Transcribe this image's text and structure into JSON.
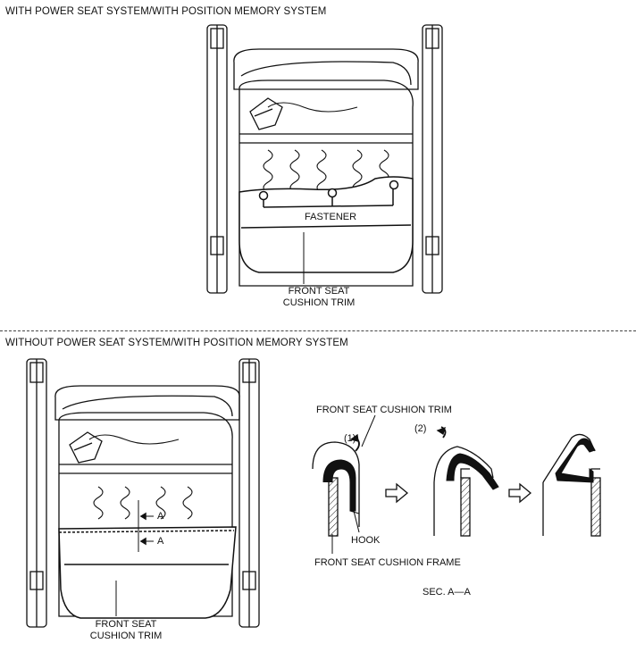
{
  "headings": {
    "top": "WITH POWER SEAT SYSTEM/WITH POSITION MEMORY SYSTEM",
    "bottom": "WITHOUT POWER SEAT SYSTEM/WITH POSITION MEMORY SYSTEM"
  },
  "labels": {
    "fastener": "FASTENER",
    "trim_top_1": "FRONT SEAT",
    "trim_top_2": "CUSHION TRIM",
    "trim_bottom_1": "FRONT SEAT",
    "trim_bottom_2": "CUSHION TRIM",
    "section_a_upper": "A",
    "section_a_lower": "A",
    "detail_trim": "FRONT SEAT CUSHION TRIM",
    "step_1": "(1)",
    "step_2": "(2)",
    "hook": "HOOK",
    "detail_frame": "FRONT SEAT CUSHION FRAME",
    "section": "SEC. A—A"
  }
}
